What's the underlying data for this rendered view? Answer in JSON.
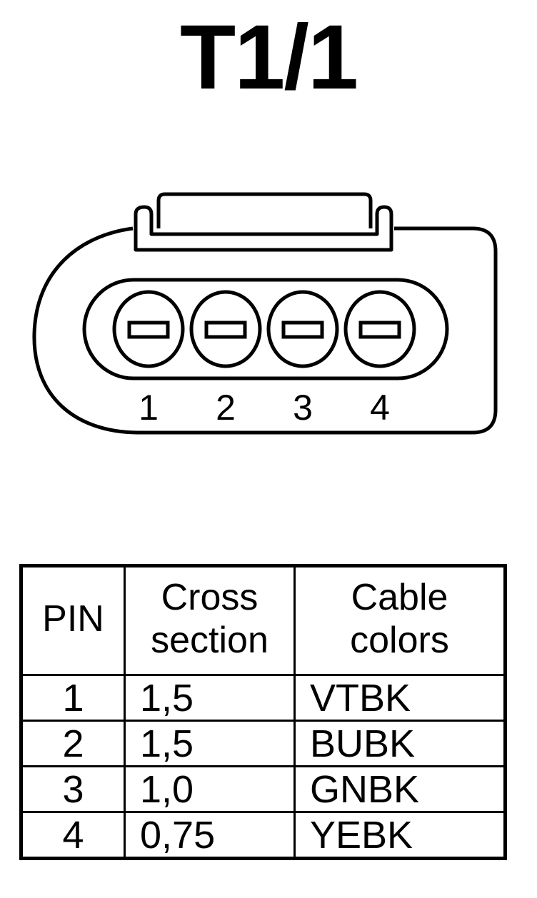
{
  "title": "T1/1",
  "connector": {
    "pin_numbers": [
      "1",
      "2",
      "3",
      "4"
    ]
  },
  "table": {
    "headers": {
      "pin": [
        "PIN"
      ],
      "cross_section": [
        "Cross",
        "section"
      ],
      "cable_colors": [
        "Cable",
        "colors"
      ]
    },
    "rows": [
      {
        "pin": "1",
        "cross_section": "1,5",
        "cable_color": "VTBK"
      },
      {
        "pin": "2",
        "cross_section": "1,5",
        "cable_color": "BUBK"
      },
      {
        "pin": "3",
        "cross_section": "1,0",
        "cable_color": "GNBK"
      },
      {
        "pin": "4",
        "cross_section": "0,75",
        "cable_color": "YEBK"
      }
    ]
  }
}
